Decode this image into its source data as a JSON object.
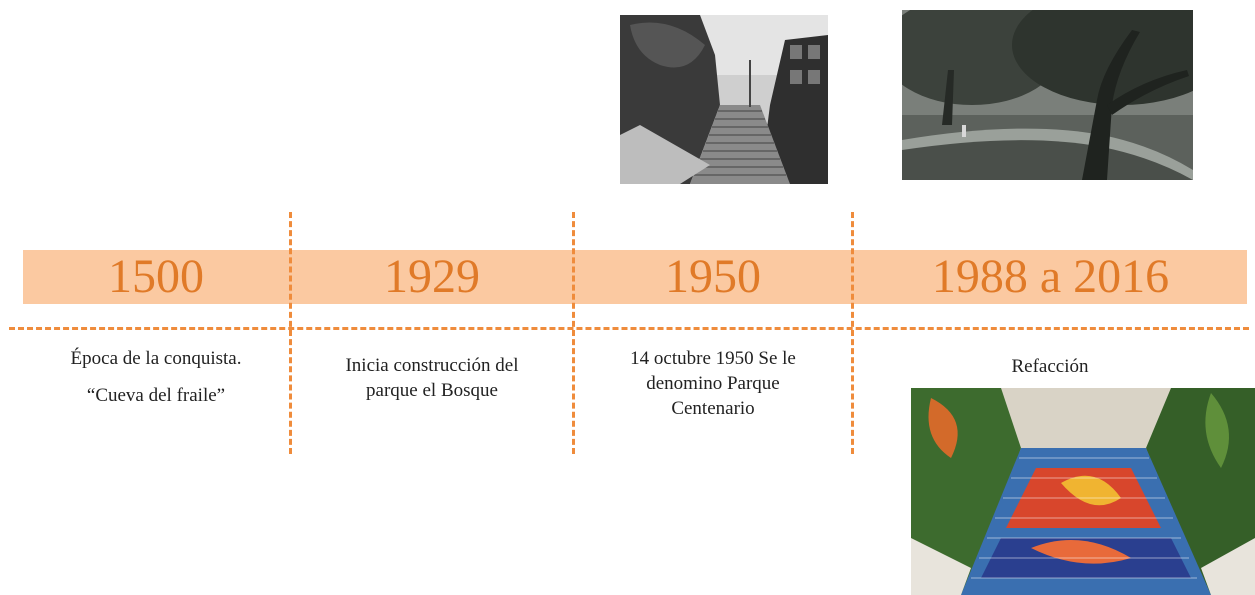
{
  "timeline": {
    "periods": [
      {
        "year": "1500",
        "lines": [
          "Época de la conquista.",
          "“Cueva del fraile”"
        ]
      },
      {
        "year": "1929",
        "lines": [
          "Inicia construcción del",
          "parque el Bosque"
        ]
      },
      {
        "year": "1950",
        "lines": [
          "14 octubre 1950 Se le",
          "denomino Parque",
          "Centenario"
        ]
      },
      {
        "year": "1988 a 2016",
        "lines": [
          "Refacción"
        ]
      }
    ]
  },
  "colors": {
    "band": "#fbc9a1",
    "year_text": "#e07a28",
    "dashed_line": "#ef8c3c"
  }
}
